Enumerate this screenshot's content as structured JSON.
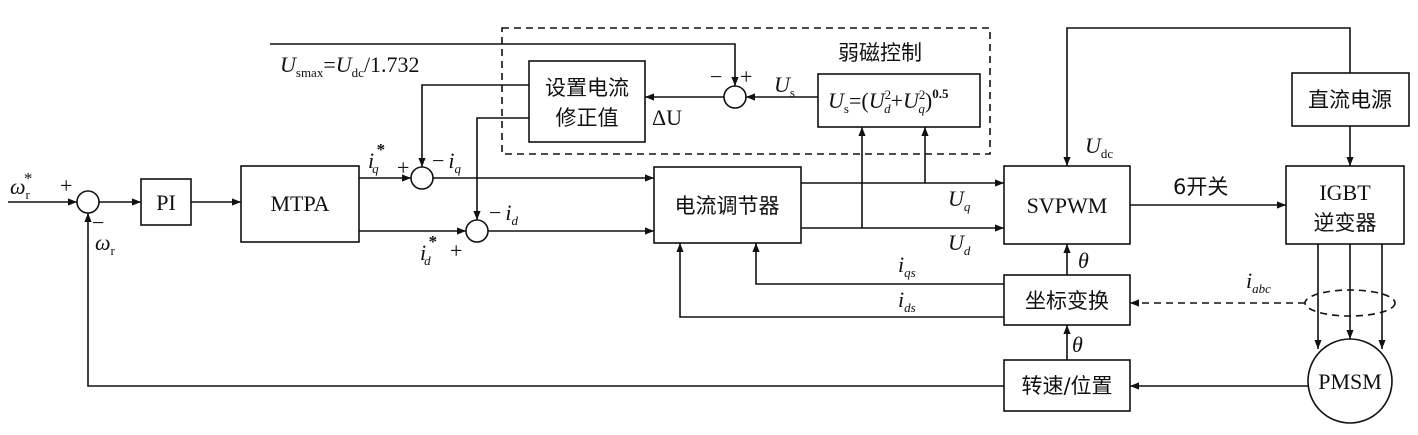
{
  "blocks": {
    "pi": "PI",
    "mtpa": "MTPA",
    "correction_1": "设置电流",
    "correction_2": "修正值",
    "fw_title": "弱磁控制",
    "current_reg": "电流调节器",
    "svpwm": "SVPWM",
    "dc_source": "直流电源",
    "igbt_1": "IGBT",
    "igbt_2": "逆变器",
    "coord": "坐标变换",
    "speed": "转速/位置",
    "pmsm": "PMSM"
  },
  "labels": {
    "omega": "ω",
    "omega_r_ref_sub": "r",
    "omega_r_ref_sup": "*",
    "omega_r_sub": "r",
    "plus": "+",
    "minus": "−",
    "i": "i",
    "star": "*",
    "q": "q",
    "d": "d",
    "qs": "qs",
    "ds": "ds",
    "abc": "abc",
    "U": "U",
    "smax": "smax",
    "dc": "dc",
    "eq": "=",
    "div_const": "/1.732",
    "s": "s",
    "delta_u": "ΔU",
    "fw_eq_open": "=(",
    "fw_plus": "+",
    "fw_close": ")",
    "sq": "2",
    "half": "0.5",
    "theta": "θ",
    "six_switch": "6开关"
  }
}
